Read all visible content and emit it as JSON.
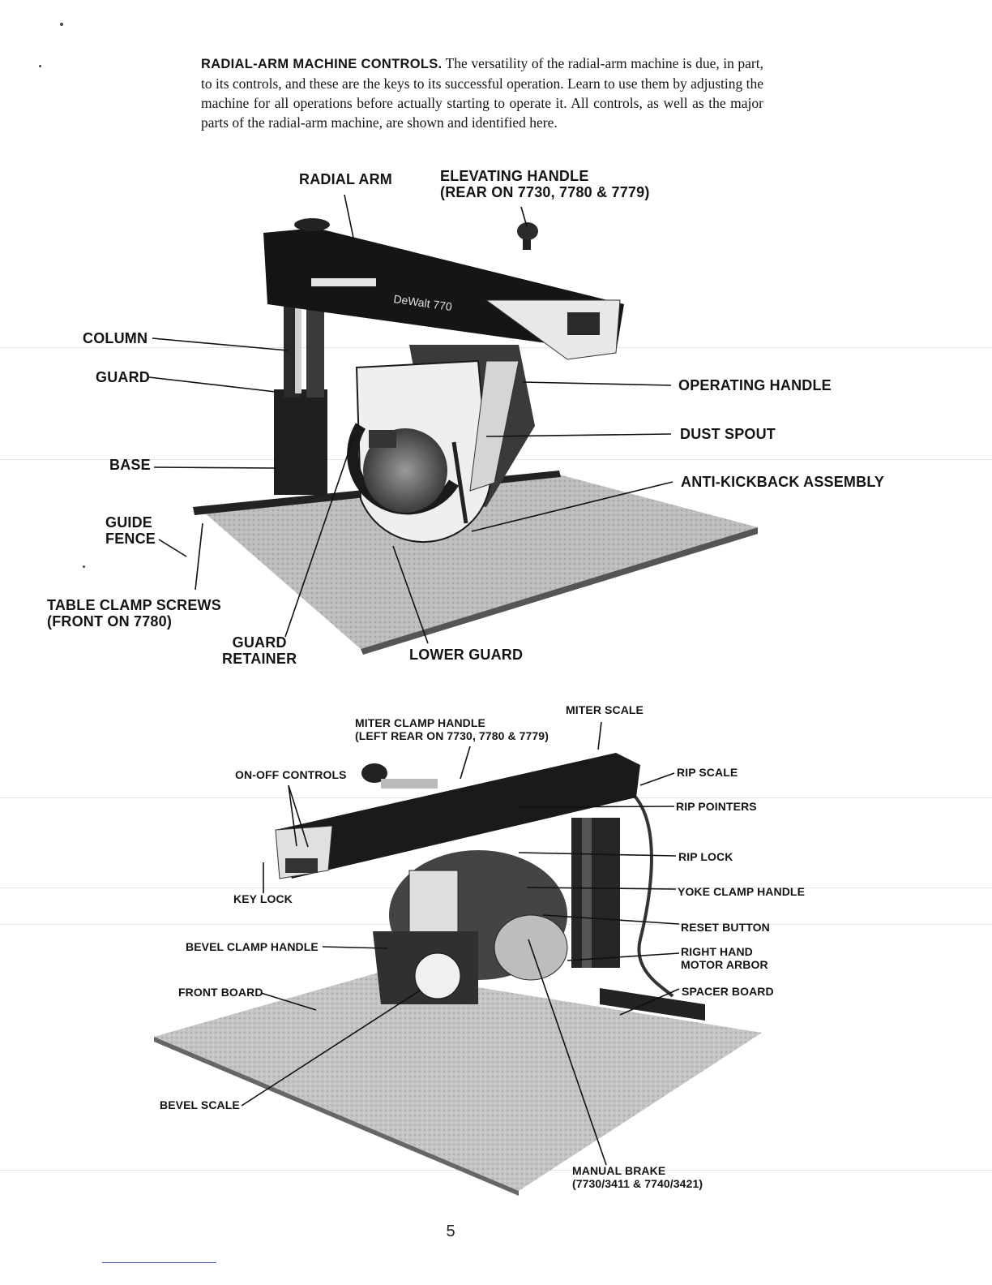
{
  "intro": {
    "lead": "RADIAL-ARM MACHINE CONTROLS.",
    "body": "The versatility of the radial-arm machine is due, in part, to its controls, and these are the keys to its successful operation. Learn to use them by adjusting the machine for all operations before actually starting to operate it. All controls, as well as the major parts of the radial-arm machine, are shown and identified here."
  },
  "figure1": {
    "brand": "DeWalt 770",
    "labels": {
      "radial_arm": "RADIAL ARM",
      "elevating_handle_1": "ELEVATING HANDLE",
      "elevating_handle_2": "(REAR ON 7730, 7780 & 7779)",
      "column": "COLUMN",
      "guard": "GUARD",
      "base": "BASE",
      "guide": "GUIDE",
      "fence": "FENCE",
      "table_clamp_1": "TABLE CLAMP SCREWS",
      "table_clamp_2": "(FRONT ON 7780)",
      "guard_retainer_1": "GUARD",
      "guard_retainer_2": "RETAINER",
      "lower_guard": "LOWER GUARD",
      "operating_handle": "OPERATING HANDLE",
      "dust_spout": "DUST SPOUT",
      "anti_kickback": "ANTI-KICKBACK ASSEMBLY"
    }
  },
  "figure2": {
    "labels": {
      "miter_scale": "MITER SCALE",
      "miter_clamp_1": "MITER CLAMP HANDLE",
      "miter_clamp_2": "(LEFT REAR ON 7730, 7780 & 7779)",
      "on_off": "ON-OFF CONTROLS",
      "key_lock": "KEY LOCK",
      "bevel_clamp": "BEVEL CLAMP HANDLE",
      "front_board": "FRONT BOARD",
      "bevel_scale": "BEVEL SCALE",
      "rip_scale": "RIP SCALE",
      "rip_pointers": "RIP POINTERS",
      "rip_lock": "RIP LOCK",
      "yoke_clamp": "YOKE CLAMP HANDLE",
      "reset_button": "RESET BUTTON",
      "right_hand_1": "RIGHT HAND",
      "right_hand_2": "MOTOR ARBOR",
      "spacer_board": "SPACER BOARD",
      "manual_brake_1": "MANUAL BRAKE",
      "manual_brake_2": "(7730/3411 & 7740/3421)"
    }
  },
  "page_number": "5",
  "colors": {
    "ink": "#141414",
    "paper": "#ffffff",
    "table": "#b9b9b9",
    "machine": "#1b1b1b"
  }
}
